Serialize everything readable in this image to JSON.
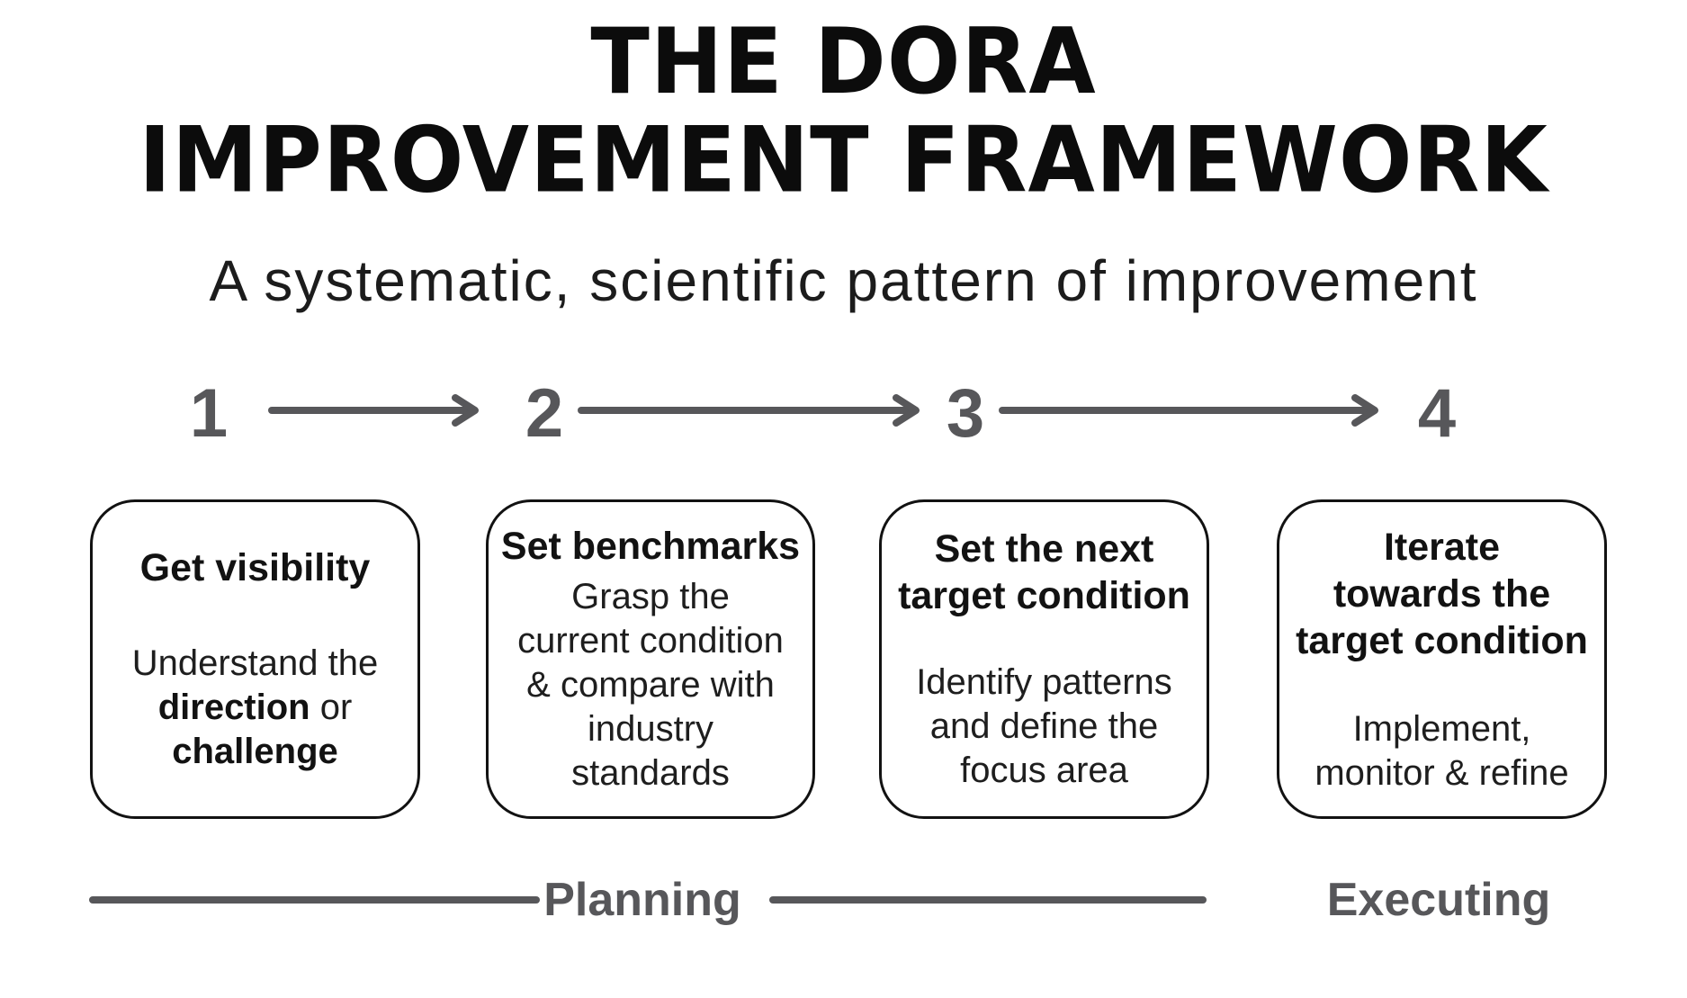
{
  "title": {
    "line1": "THE DORA",
    "line2": "IMPROVEMENT FRAMEWORK"
  },
  "subtitle": "A systematic, scientific pattern of improvement",
  "steps": [
    {
      "number": "1",
      "heading_lines": [
        "Get visibility"
      ],
      "body_segments": [
        {
          "text": "Understand the ",
          "bold": false
        },
        {
          "text": "direction",
          "bold": true
        },
        {
          "text": " or ",
          "bold": false
        },
        {
          "text": "challenge",
          "bold": true
        }
      ]
    },
    {
      "number": "2",
      "heading_lines": [
        "Set benchmarks"
      ],
      "body_segments": [
        {
          "text": "Grasp the current condition & compare with industry standards",
          "bold": false
        }
      ]
    },
    {
      "number": "3",
      "heading_lines": [
        "Set the next",
        "target condition"
      ],
      "body_segments": [
        {
          "text": "Identify patterns and define the focus area",
          "bold": false
        }
      ]
    },
    {
      "number": "4",
      "heading_lines": [
        "Iterate",
        "towards the",
        "target condition"
      ],
      "body_segments": [
        {
          "text": "Implement, monitor & refine",
          "bold": false
        }
      ]
    }
  ],
  "phases": [
    {
      "label": "Planning",
      "covers_steps": "1-3"
    },
    {
      "label": "Executing",
      "covers_steps": "4"
    }
  ],
  "colors": {
    "background": "#ffffff",
    "title_black": "#0c0c0c",
    "box_border_black": "#121212",
    "body_text": "#1e1e1e",
    "flow_gray": "#57575a"
  }
}
